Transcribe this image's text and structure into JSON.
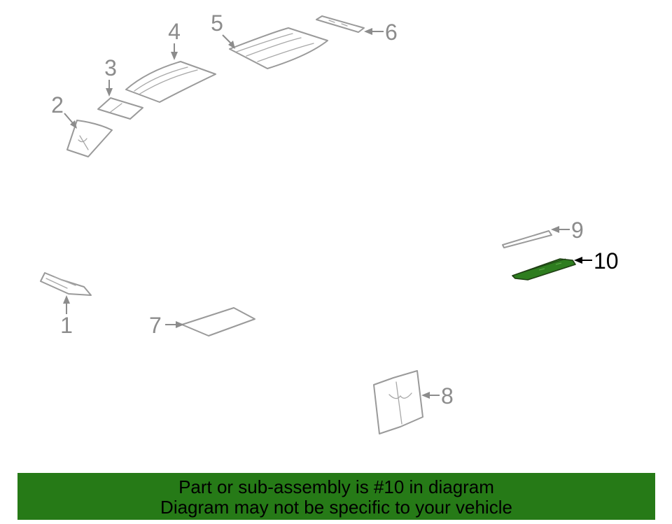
{
  "diagram": {
    "callouts": [
      "1",
      "2",
      "3",
      "4",
      "5",
      "6",
      "7",
      "8",
      "9",
      "10"
    ],
    "highlighted_part": "10",
    "highlight_color": "#2a7a20",
    "part_color": "#9a9a9a"
  },
  "banner": {
    "line1": "Part or sub-assembly is #10 in diagram",
    "line2": "Diagram may not be specific to your vehicle",
    "background": "#267a17"
  }
}
